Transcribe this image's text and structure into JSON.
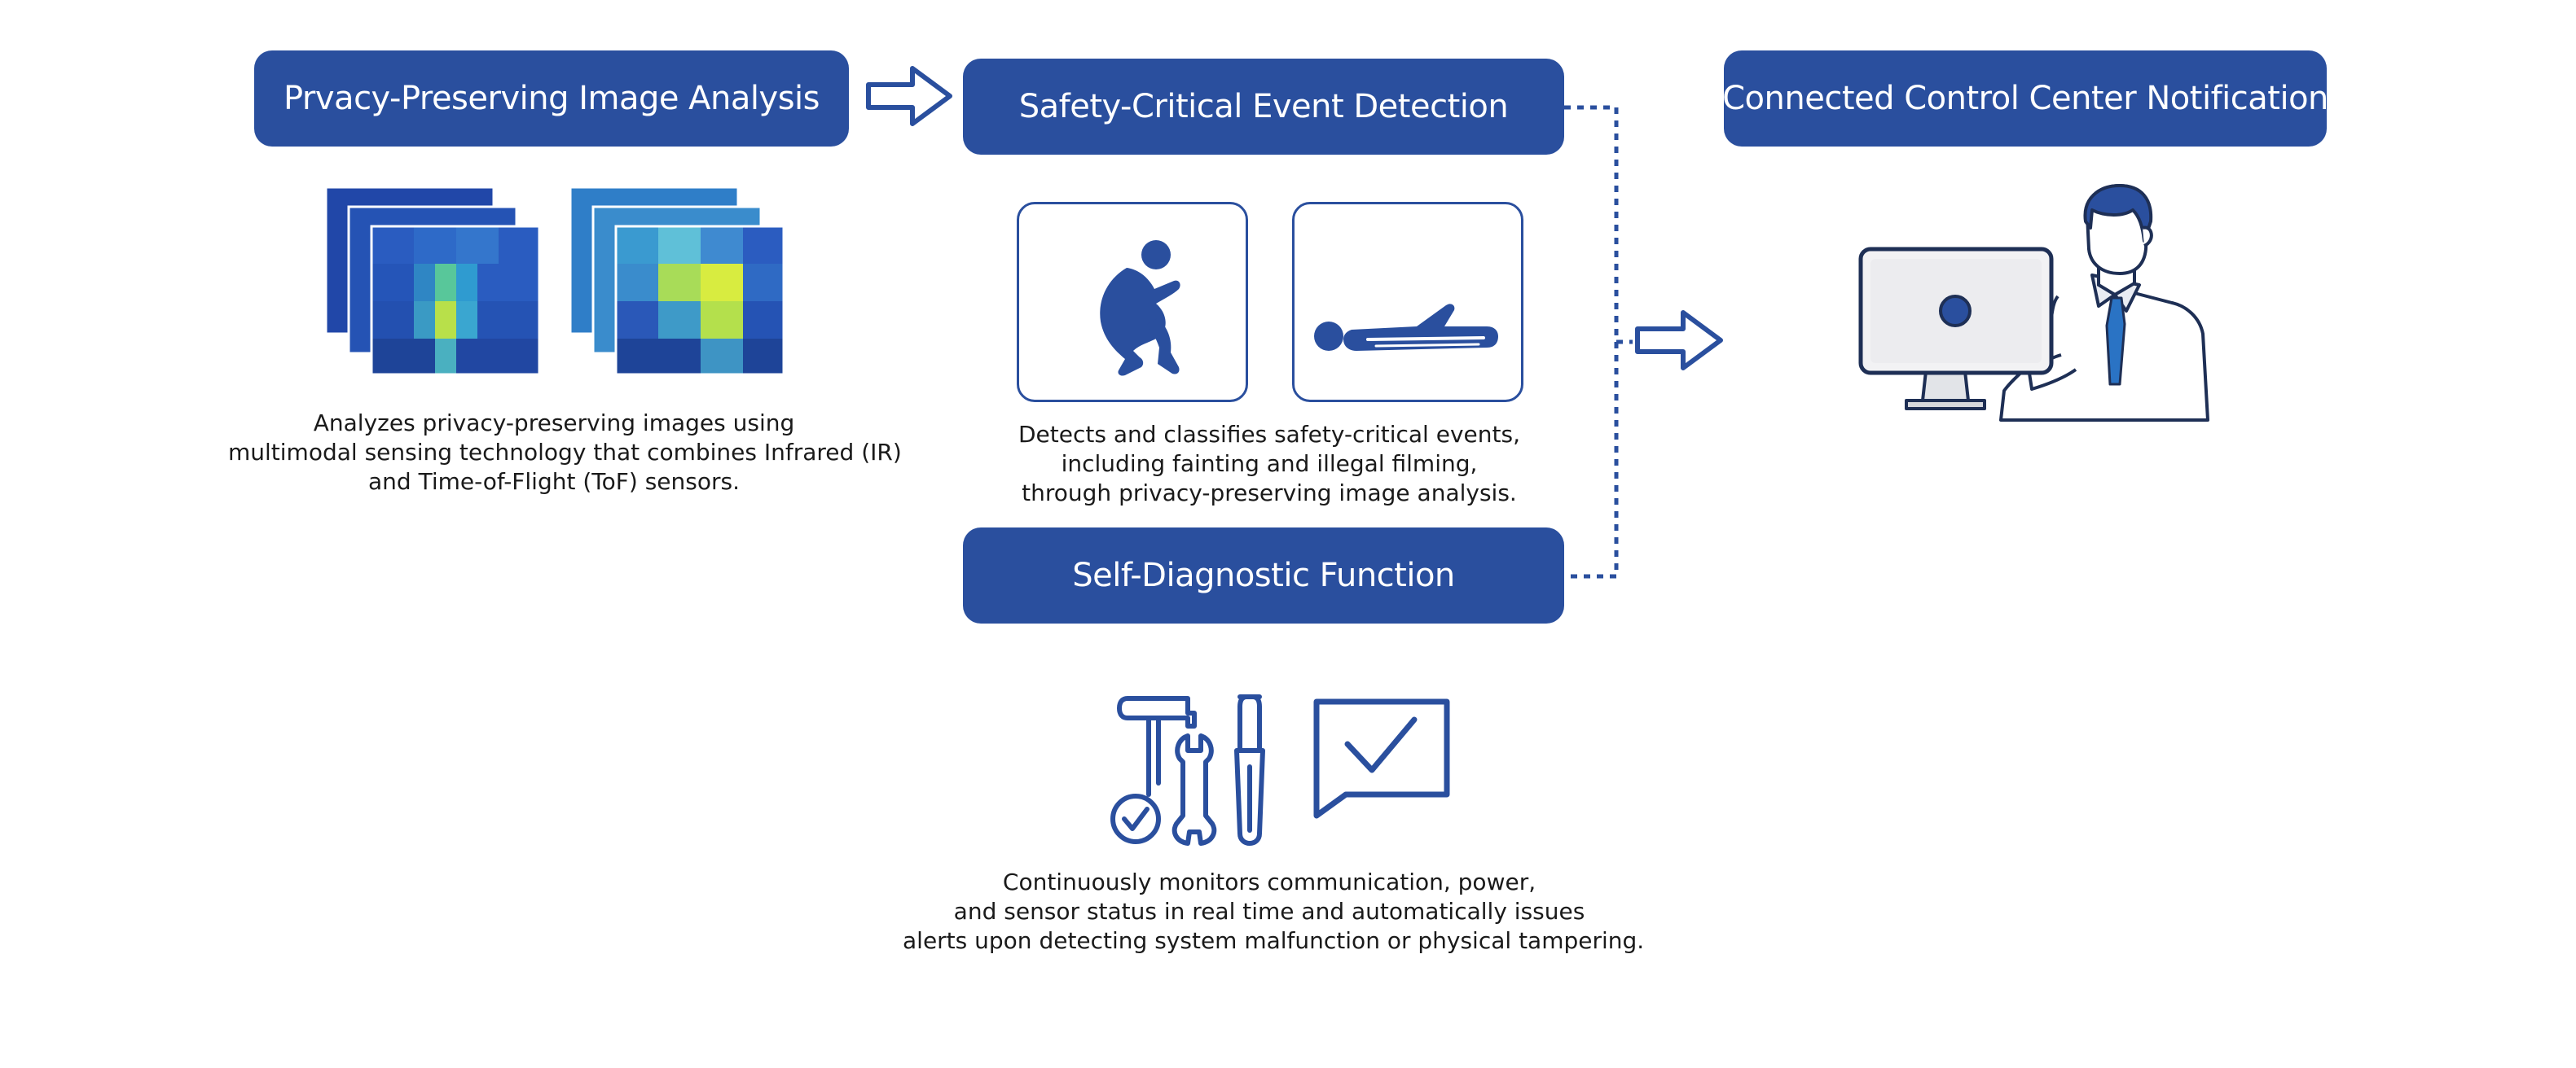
{
  "steps": {
    "analysis": {
      "title": "Prvacy-Preserving Image Analysis",
      "description": [
        "Analyzes privacy-preserving images using",
        "multimodal sensing technology that combines Infrared (IR)",
        "and Time-of-Flight (ToF) sensors."
      ]
    },
    "detection": {
      "title": "Safety-Critical Event Detection",
      "description": [
        "Detects and classifies safety-critical events,",
        "including fainting and illegal filming,",
        "through privacy-preserving image analysis."
      ]
    },
    "self_diagnostic": {
      "title": "Self-Diagnostic Function",
      "description": [
        "Continuously monitors communication, power,",
        "and sensor status in real time and automatically issues",
        "alerts upon detecting system malfunction or physical tampering."
      ]
    },
    "notification": {
      "title": "Connected Control Center Notification"
    }
  },
  "icons": {
    "heatmap_frames": "thermal-heatmap-icon",
    "crouching_person": "crouching-person-icon",
    "lying_person": "lying-person-icon",
    "tools": "tools-icon",
    "check_message": "check-message-icon",
    "operator": "control-center-operator-icon",
    "arrow": "right-arrow-icon"
  },
  "colors": {
    "accent": "#2a4f9e",
    "text": "#1a1a1a",
    "background": "#ffffff"
  }
}
